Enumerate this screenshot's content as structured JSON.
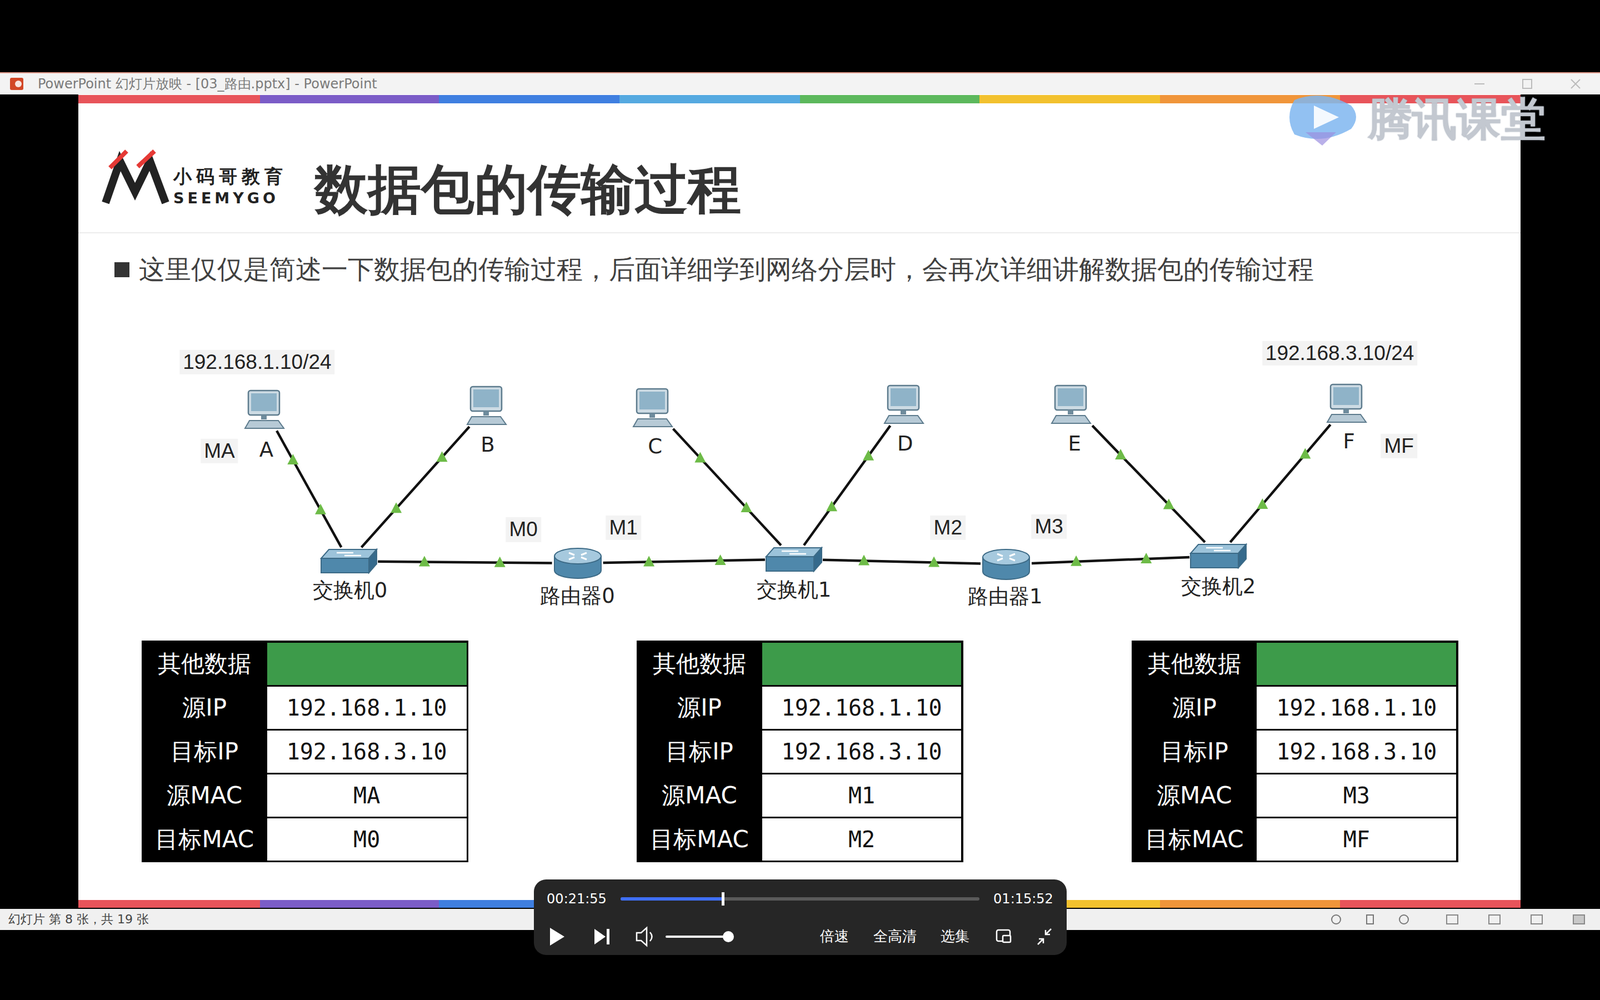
{
  "diagram": {
    "title": "数据包的传输过程",
    "nodes": [
      {
        "text": [
          "A"
        ]
      },
      {
        "text": [
          "B"
        ]
      },
      {
        "text": [
          "C"
        ]
      },
      {
        "text": [
          "D"
        ]
      },
      {
        "text": [
          "E"
        ]
      },
      {
        "text": [
          "F"
        ]
      },
      {
        "text": [
          "交换机0"
        ]
      },
      {
        "text": [
          "路由器0"
        ]
      },
      {
        "text": [
          "交换机1"
        ]
      },
      {
        "text": [
          "路由器1"
        ]
      },
      {
        "text": [
          "交换机2"
        ]
      }
    ],
    "edges": [
      {
        "from": 0,
        "to": 6,
        "arrow": "none"
      },
      {
        "from": 1,
        "to": 6,
        "arrow": "none"
      },
      {
        "from": 6,
        "to": 7,
        "arrow": "none"
      },
      {
        "from": 7,
        "to": 8,
        "arrow": "none"
      },
      {
        "from": 2,
        "to": 8,
        "arrow": "none"
      },
      {
        "from": 3,
        "to": 8,
        "arrow": "none"
      },
      {
        "from": 8,
        "to": 9,
        "arrow": "none"
      },
      {
        "from": 9,
        "to": 10,
        "arrow": "none"
      },
      {
        "from": 4,
        "to": 10,
        "arrow": "none"
      },
      {
        "from": 5,
        "to": 10,
        "arrow": "none"
      }
    ],
    "labels": [
      "PowerPoint 幻灯片放映 - [03_路由.pptx] - PowerPoint",
      "腾讯课堂",
      "小码哥教育",
      "SEEMYGO",
      "这里仅仅是简述一下数据包的传输过程，后面详细学到网络分层时，会再次详细讲解数据包的传输过程",
      "192.168.1.10/24",
      "MA",
      "192.168.3.10/24",
      "MF",
      "M0",
      "M1",
      "M2",
      "M3",
      "其他数据",
      "源IP",
      "192.168.1.10",
      "目标IP",
      "192.168.3.10",
      "源MAC",
      "MA",
      "目标MAC",
      "M0",
      "其他数据",
      "源IP",
      "192.168.1.10",
      "目标IP",
      "192.168.3.10",
      "源MAC",
      "M1",
      "目标MAC",
      "M2",
      "其他数据",
      "源IP",
      "192.168.1.10",
      "目标IP",
      "192.168.3.10",
      "源MAC",
      "M3",
      "目标MAC",
      "MF",
      "00:21:55",
      "01:15:52",
      "倍速",
      "全高清",
      "选集",
      "幻灯片 第 8 张，共 19 张"
    ]
  }
}
